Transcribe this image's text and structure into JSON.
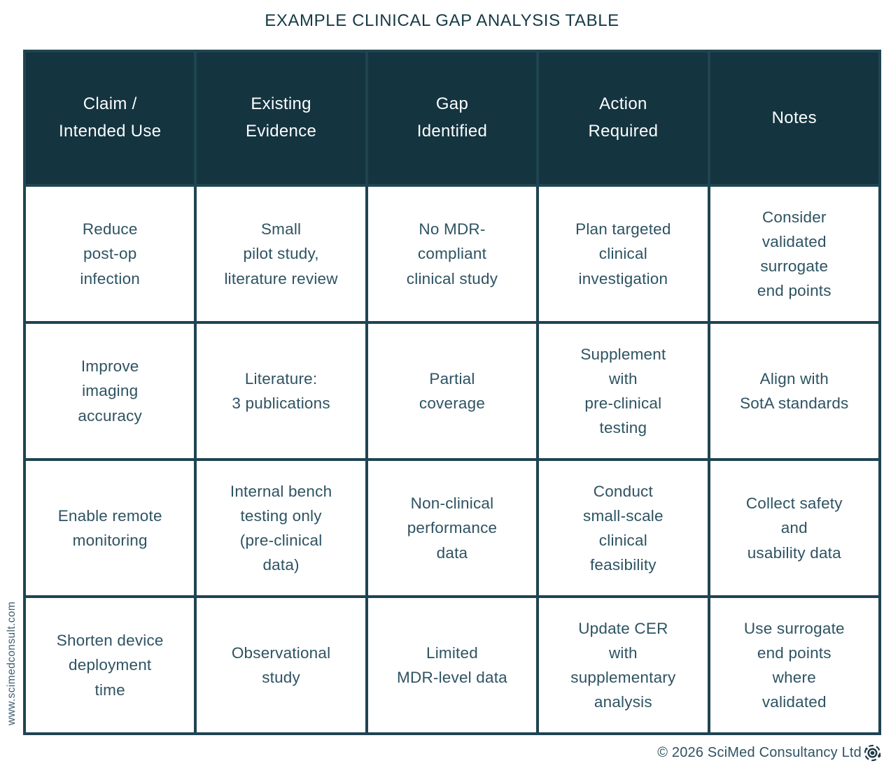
{
  "title": "EXAMPLE CLINICAL GAP ANALYSIS TABLE",
  "watermark": "www.scimedconsult.com",
  "footer": {
    "copyright": "© 2026 SciMed Consultancy Ltd",
    "logo_icon": "target-orbit-icon"
  },
  "colors": {
    "header_background": "#143440",
    "grid_border": "#1f4452",
    "cell_text": "#2e5362",
    "header_text": "#fbfdfd",
    "title_text": "#163a46"
  },
  "table": {
    "headers": [
      "Claim /\nIntended Use",
      "Existing\nEvidence",
      "Gap\nIdentified",
      "Action\nRequired",
      "Notes"
    ],
    "rows": [
      [
        "Reduce\npost-op\ninfection",
        "Small\npilot study,\nliterature review",
        "No MDR-\ncompliant\nclinical study",
        "Plan targeted\nclinical\ninvestigation",
        "Consider\nvalidated\nsurrogate\nend points"
      ],
      [
        "Improve\nimaging\naccuracy",
        "Literature:\n3 publications",
        "Partial\ncoverage",
        "Supplement\nwith\npre-clinical\ntesting",
        "Align with\nSotA standards"
      ],
      [
        "Enable remote\nmonitoring",
        "Internal bench\ntesting only\n(pre-clinical\ndata)",
        "Non-clinical\nperformance\ndata",
        "Conduct\nsmall-scale\nclinical\nfeasibility",
        "Collect safety\nand\nusability data"
      ],
      [
        "Shorten device\ndeployment\ntime",
        "Observational\nstudy",
        "Limited\nMDR-level data",
        "Update CER\nwith\nsupplementary\nanalysis",
        "Use surrogate\nend points\nwhere\nvalidated"
      ]
    ]
  }
}
